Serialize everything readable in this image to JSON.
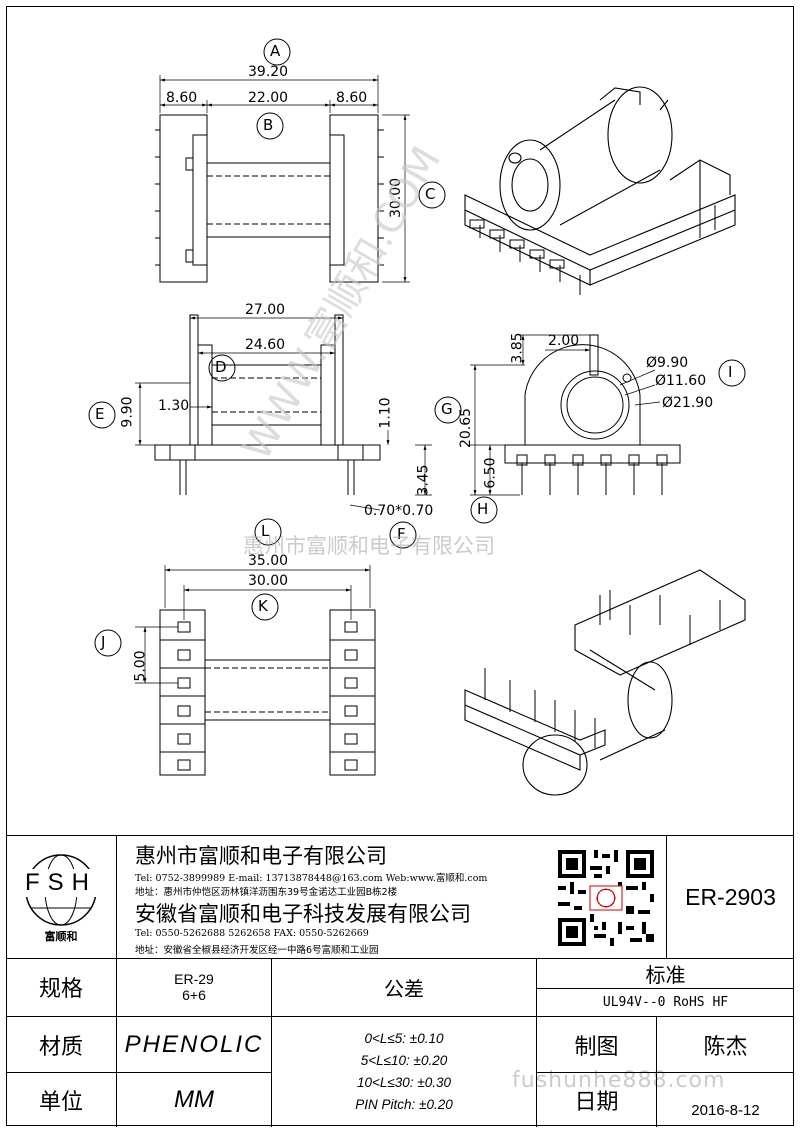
{
  "view_a": {
    "callout_a": "A",
    "callout_b": "B",
    "callout_c": "C",
    "dim_overall": "39.20",
    "dim_left": "8.60",
    "dim_mid": "22.00",
    "dim_right": "8.60",
    "dim_height": "30.00"
  },
  "view_d": {
    "callout_d": "D",
    "callout_e": "E",
    "callout_f": "F",
    "dim_27": "27.00",
    "dim_2460": "24.60",
    "dim_990": "9.90",
    "dim_130": "1.30",
    "dim_110": "1.10",
    "dim_345": "3.45",
    "dim_pin": "0.70*0.70"
  },
  "view_g": {
    "callout_g": "G",
    "callout_h": "H",
    "callout_i": "I",
    "dim_385": "3.85",
    "dim_200": "2.00",
    "dim_2065": "20.65",
    "dim_650": "6.50",
    "dia_990": "Ø9.90",
    "dia_1160": "Ø11.60",
    "dia_2190": "Ø21.90"
  },
  "view_j": {
    "callout_j": "J",
    "callout_k": "K",
    "callout_l": "L",
    "dim_35": "35.00",
    "dim_30": "30.00",
    "dim_5": "5.00"
  },
  "watermarks": {
    "diagonal": "WWW.富顺和.COM",
    "company_line": "惠州市富顺和电子有限公司",
    "website": "fushunhe888.com"
  },
  "title_block": {
    "logo_text": "FSH",
    "logo_caption": "富顺和",
    "company1": "惠州市富顺和电子有限公司",
    "company1_contact": "Tel:  0752-3899989   E-mail: 13713878448@163.com   Web:www.富顺和.com",
    "company1_address": "地址：惠州市仲恺区沥林镇洋沥围东39号金诺达工业园B栋2楼",
    "company2": "安徽省富顺和电子科技发展有限公司",
    "company2_contact": "Tel:   0550-5262688   5262658        FAX:  0550-5262669",
    "company2_address": "地址：安徽省全椒县经济开发区经一中路6号富顺和工业园",
    "part_number": "ER-2903",
    "spec_label": "规格",
    "spec_value_1": "ER-29",
    "spec_value_2": "6+6",
    "material_label": "材质",
    "material_value": "PHENOLIC",
    "unit_label": "单位",
    "unit_value": "MM",
    "tolerance_label": "公差",
    "tolerance_1": "0<L≤5: ±0.10",
    "tolerance_2": "5<L≤10: ±0.20",
    "tolerance_3": "10<L≤30: ±0.30",
    "tolerance_4": "PIN Pitch: ±0.20",
    "standard_label": "标准",
    "standard_value": "UL94V--0  RoHS HF",
    "drawn_label": "制图",
    "drawn_value": "陈杰",
    "date_label": "日期",
    "date_value": "2016-8-12"
  }
}
